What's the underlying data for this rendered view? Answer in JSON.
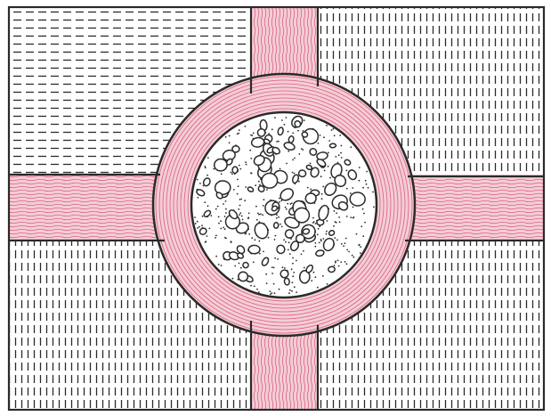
{
  "figure": {
    "colors": {
      "paper": "#ffffff",
      "ink": "#2a2a2a",
      "pink_fill": "#f4cdd6",
      "pink_lines": "#d9607e"
    },
    "regions": [
      {
        "id": "top-left",
        "pattern": "horizontal-dashes"
      },
      {
        "id": "top-right",
        "pattern": "vertical-dashes"
      },
      {
        "id": "bottom-left",
        "pattern": "vertical-dashes"
      },
      {
        "id": "bottom-right",
        "pattern": "vertical-dashes"
      },
      {
        "id": "cross-band",
        "pattern": "wavy-pink-lines"
      },
      {
        "id": "ring",
        "pattern": "concentric-pink-lines"
      },
      {
        "id": "center-disc",
        "pattern": "pebbles-and-dots"
      }
    ]
  }
}
